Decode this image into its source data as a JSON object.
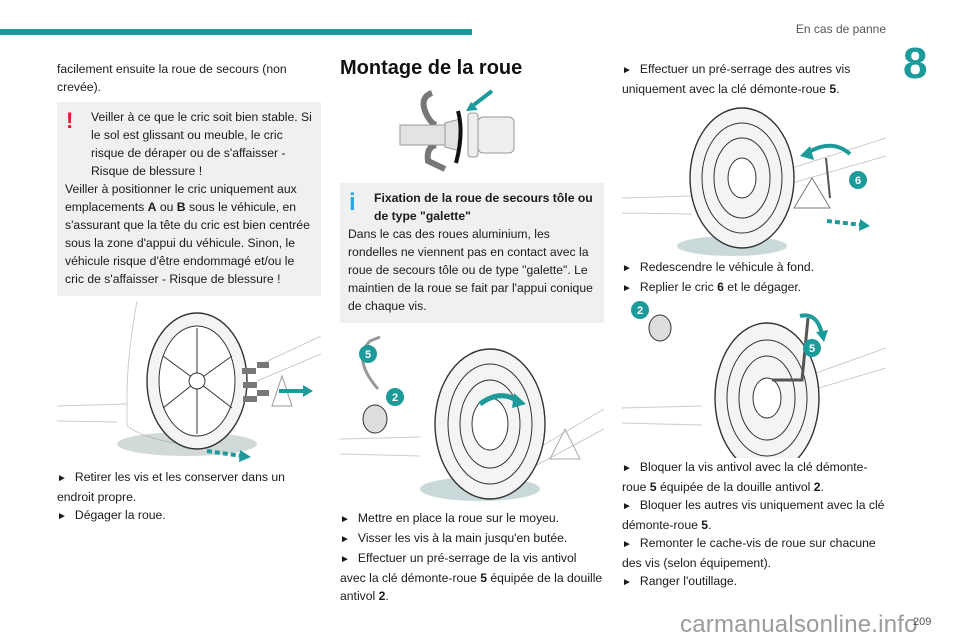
{
  "header": {
    "section": "En cas de panne",
    "chapter": "8",
    "accent": "#1d9a9a"
  },
  "col1": {
    "intro": "facilement ensuite la roue de secours (non crevée).",
    "warning": {
      "icon": "warning-exclamation-icon",
      "color": "#e8163b",
      "p1": "Veiller à ce que le cric soit bien stable. Si le sol est glissant ou meuble, le cric risque de déraper ou de s'affaisser - Risque de blessure !",
      "p2_a": "Veiller à positionner le cric uniquement aux emplacements ",
      "p2_b": "A",
      "p2_c": " ou ",
      "p2_d": "B",
      "p2_e": " sous le véhicule, en s'assurant que la tête du cric est bien centrée sous la zone d'appui du véhicule. Sinon, le véhicule risque d'être endommagé et/ou le cric de s'affaisser - Risque de blessure !"
    },
    "steps": [
      "Retirer les vis et les conserver dans un endroit propre.",
      "Dégager la roue."
    ]
  },
  "col2": {
    "title": "Montage de la roue",
    "info": {
      "icon": "info-icon",
      "color": "#27a8e0",
      "title": "Fixation de la roue de secours tôle ou de type \"galette\"",
      "body": "Dans le cas des roues aluminium, les rondelles ne viennent pas en contact avec la roue de secours tôle ou de type \"galette\". Le maintien de la roue se fait par l'appui conique de chaque vis."
    },
    "labels": {
      "wrench": "5",
      "socket": "2"
    },
    "steps": [
      "Mettre en place la roue sur le moyeu.",
      "Visser les vis à la main jusqu'en butée."
    ],
    "step3": {
      "a": "Effectuer un pré-serrage de la vis antivol avec la clé démonte-roue ",
      "b": "5",
      "c": " équipée de la douille antivol ",
      "d": "2",
      "e": "."
    }
  },
  "col3": {
    "step1": {
      "a": "Effectuer un pré-serrage des autres vis uniquement avec la clé démonte-roue ",
      "b": "5",
      "c": "."
    },
    "labels": {
      "jack": "6",
      "socket": "2",
      "wrench": "5"
    },
    "step2": "Redescendre le véhicule à fond.",
    "step3": {
      "a": "Replier le cric ",
      "b": "6",
      "c": " et le dégager."
    },
    "step4": {
      "a": "Bloquer la vis antivol avec la clé démonte-roue ",
      "b": "5",
      "c": " équipée de la douille antivol ",
      "d": "2",
      "e": "."
    },
    "step5": {
      "a": "Bloquer les autres vis uniquement avec la clé démonte-roue ",
      "b": "5",
      "c": "."
    },
    "step6": "Remonter le cache-vis de roue sur chacune des vis (selon équipement).",
    "step7": "Ranger l'outillage."
  },
  "footer": {
    "page": "209",
    "watermark": "carmanualsonline.info"
  }
}
